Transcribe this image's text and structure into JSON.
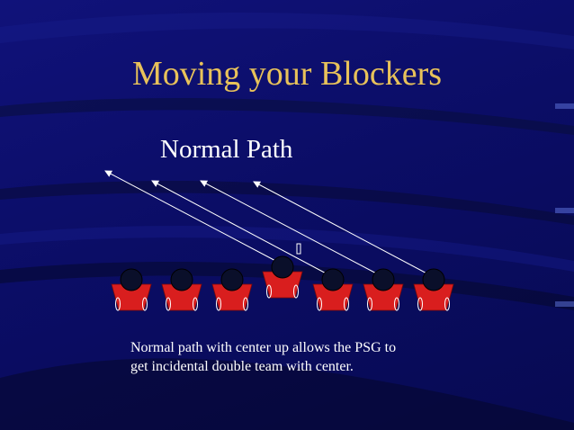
{
  "slide": {
    "title": "Moving your Blockers",
    "subtitle": "Normal Path",
    "caption_line1": "Normal path with center up allows the PSG to",
    "caption_line2": "get incidental double team with center."
  },
  "colors": {
    "background": "#0b0d66",
    "title": "#e8c25a",
    "text": "#ffffff",
    "player_body": "#d91e1e",
    "player_head": "#0a0f2a",
    "path_line": "#ffffff"
  },
  "diagram": {
    "players": [
      {
        "id": "blocker-1",
        "role": "blocker"
      },
      {
        "id": "blocker-2",
        "role": "blocker"
      },
      {
        "id": "blocker-3",
        "role": "blocker"
      },
      {
        "id": "center",
        "role": "center",
        "up": true
      },
      {
        "id": "blocker-5",
        "role": "blocker"
      },
      {
        "id": "blocker-6",
        "role": "blocker"
      },
      {
        "id": "blocker-7",
        "role": "blocker"
      }
    ],
    "paths": [
      {
        "from": "center",
        "direction": "upper-left"
      },
      {
        "from": "blocker-5",
        "direction": "upper-left"
      },
      {
        "from": "blocker-6",
        "direction": "upper-left"
      },
      {
        "from": "blocker-7",
        "direction": "upper-left"
      }
    ]
  }
}
